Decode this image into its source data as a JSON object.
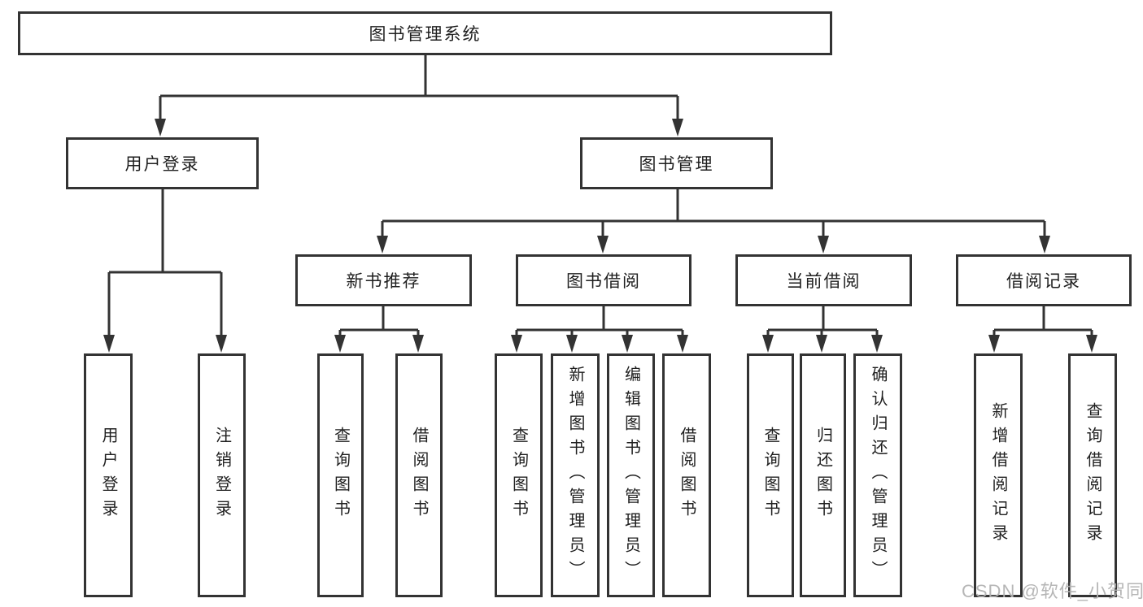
{
  "colors": {
    "line": "#333333",
    "box_border": "#333333",
    "text": "#1f1f1f",
    "watermark": "#b2b2b2",
    "background": "#ffffff"
  },
  "tree": {
    "root": "图书管理系统",
    "branches": [
      {
        "label": "用户登录",
        "leaves": [
          "用户登录",
          "注销登录"
        ]
      },
      {
        "label": "图书管理",
        "groups": [
          {
            "label": "新书推荐",
            "leaves": [
              "查询图书",
              "借阅图书"
            ]
          },
          {
            "label": "图书借阅",
            "leaves": [
              "查询图书",
              "新增图书（管理员）",
              "编辑图书（管理员）",
              "借阅图书"
            ]
          },
          {
            "label": "当前借阅",
            "leaves": [
              "查询图书",
              "归还图书",
              "确认归还（管理员）"
            ]
          },
          {
            "label": "借阅记录",
            "leaves": [
              "新增借阅记录",
              "查询借阅记录"
            ]
          }
        ]
      }
    ]
  },
  "watermark": "CSDN @软件_小贺同学"
}
